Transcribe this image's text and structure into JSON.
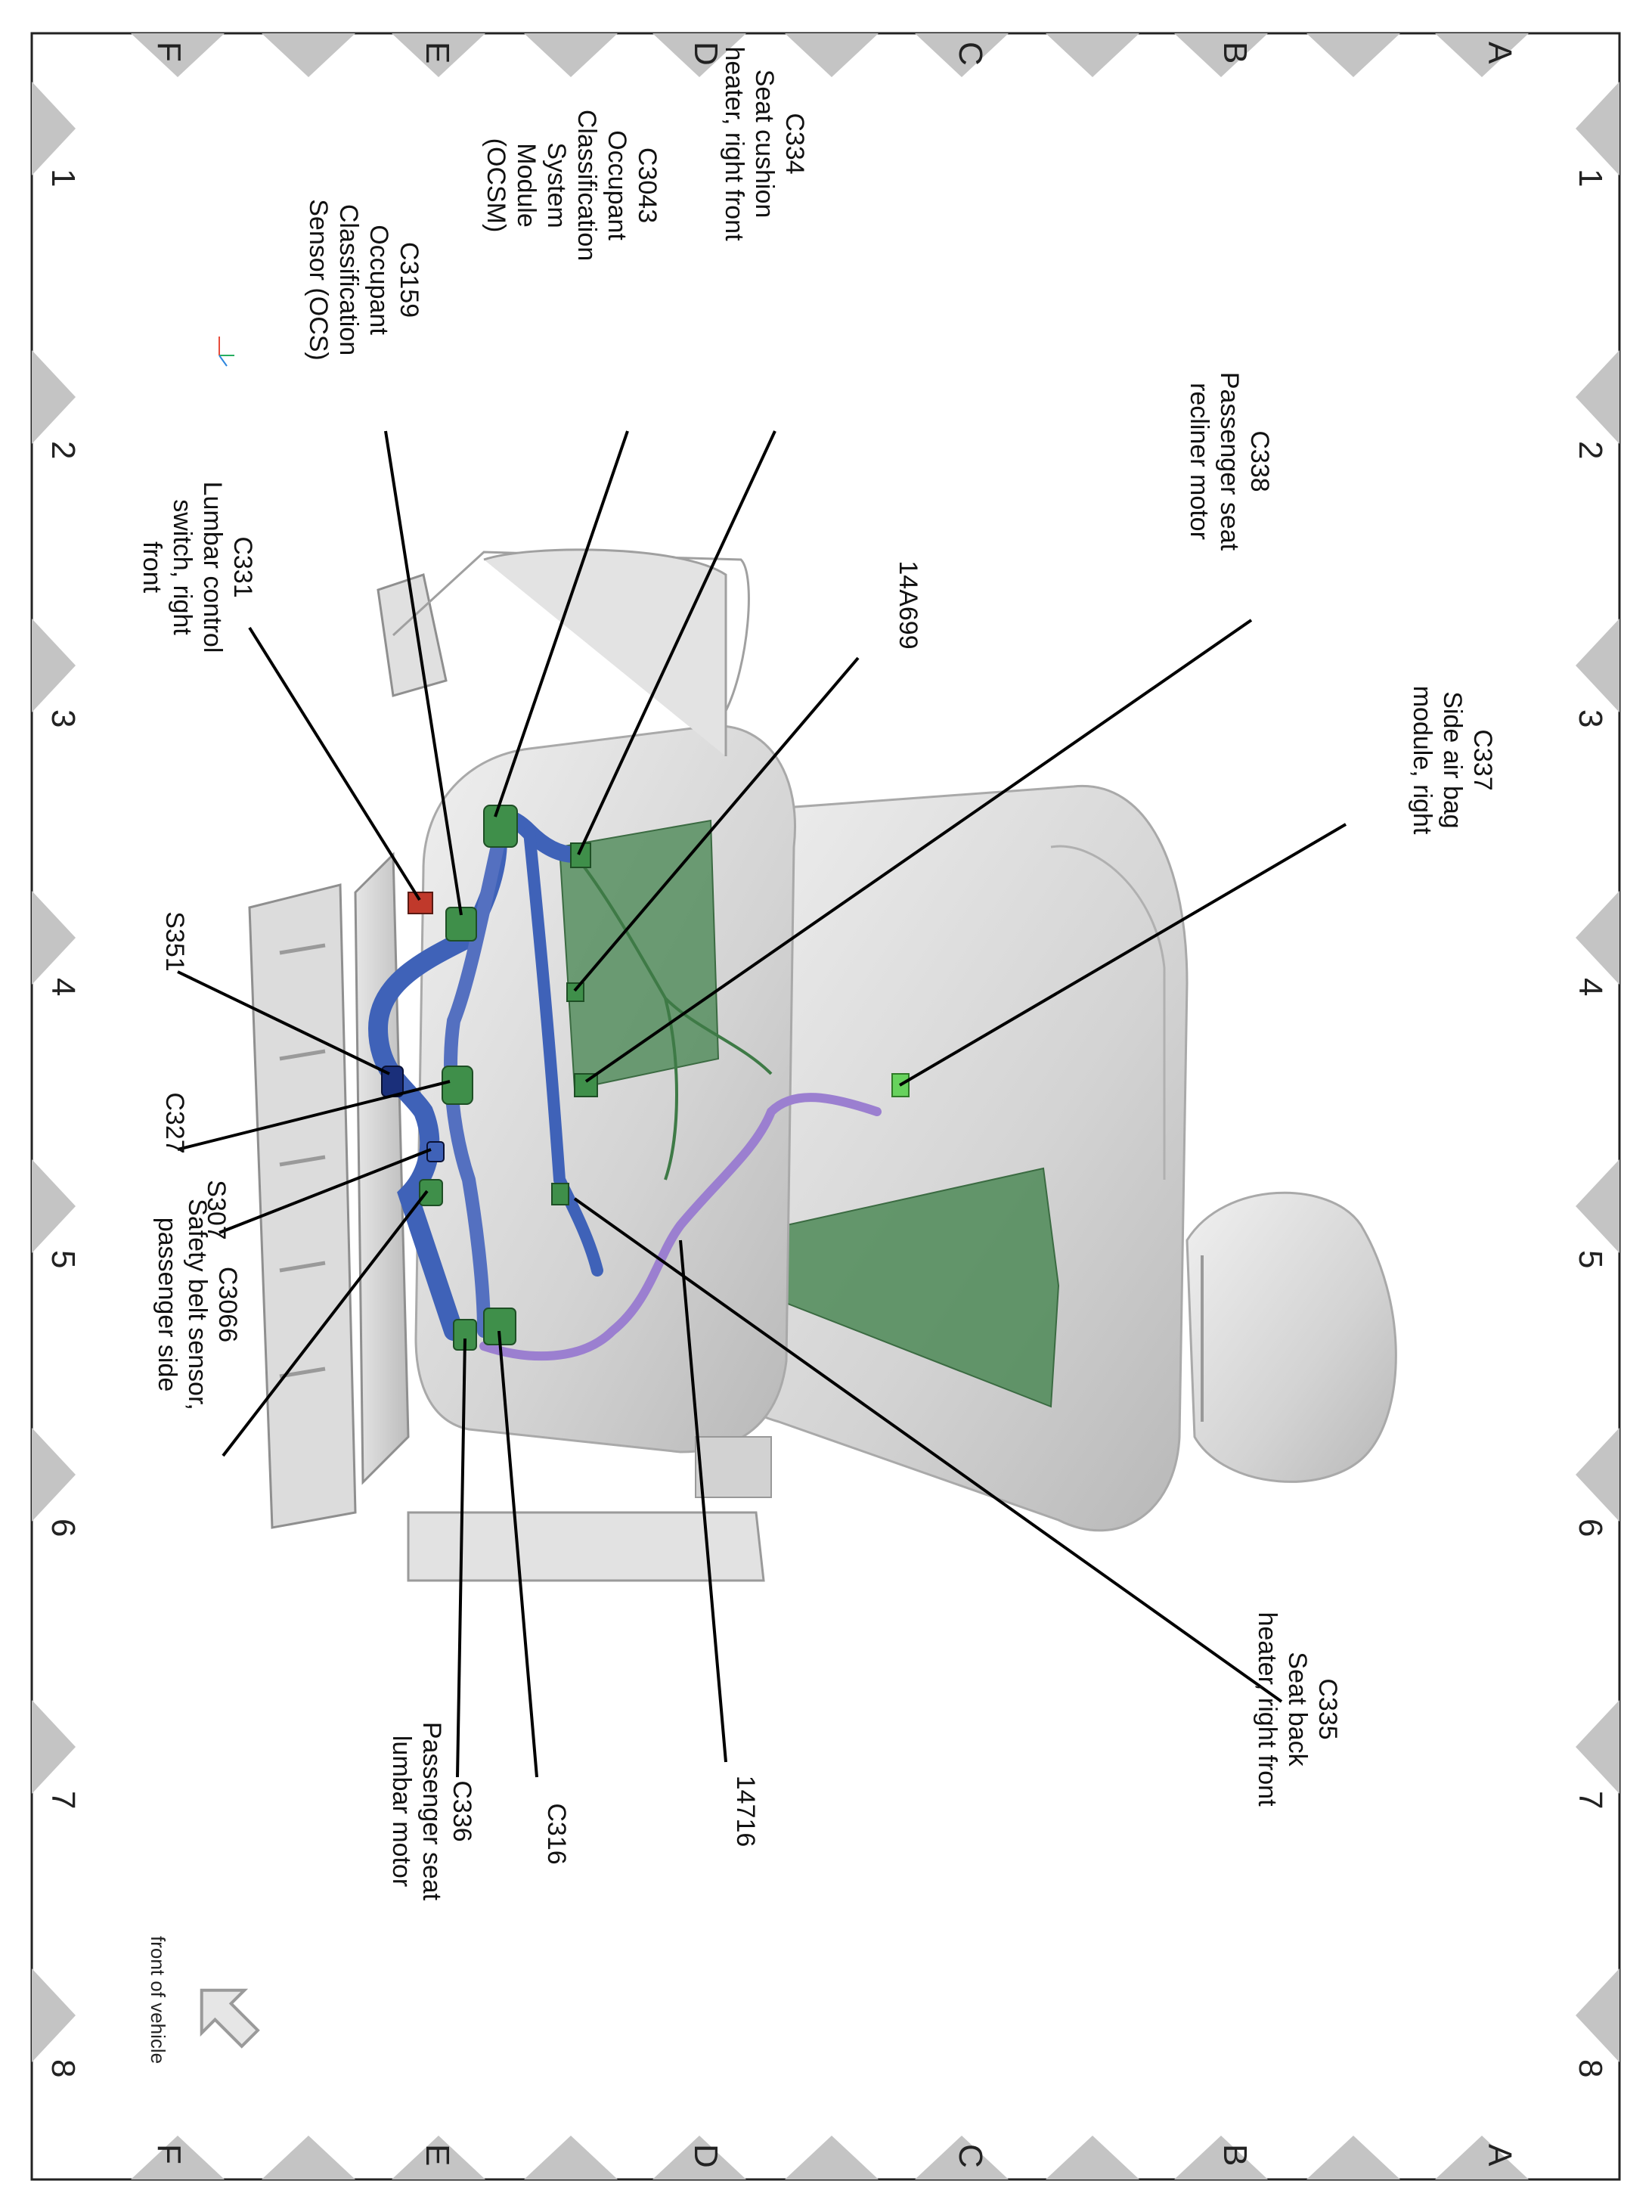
{
  "grid": {
    "columns": [
      "1",
      "2",
      "3",
      "4",
      "5",
      "6",
      "7",
      "8"
    ],
    "rows": [
      "A",
      "B",
      "C",
      "D",
      "E",
      "F"
    ]
  },
  "orientation": {
    "label": "front of vehicle",
    "arrow_icon": "direction-arrow-icon"
  },
  "callouts": [
    {
      "id": "C338",
      "lines": [
        "C338",
        "Passenger seat",
        "recliner motor"
      ]
    },
    {
      "id": "C334",
      "lines": [
        "C334",
        "Seat cushion",
        "heater, right front"
      ]
    },
    {
      "id": "C3043",
      "lines": [
        "C3043",
        "Occupant",
        "Classification",
        "System",
        "Module",
        "(OCSM)"
      ]
    },
    {
      "id": "C3159",
      "lines": [
        "C3159",
        "Occupant",
        "Classification",
        "Sensor (OCS)"
      ]
    },
    {
      "id": "C331",
      "lines": [
        "C331",
        "Lumbar control",
        "switch, right",
        "front"
      ]
    },
    {
      "id": "14A699",
      "lines": [
        "14A699"
      ]
    },
    {
      "id": "C337",
      "lines": [
        "C337",
        "Side air bag",
        "module, right"
      ]
    },
    {
      "id": "S351",
      "lines": [
        "S351"
      ]
    },
    {
      "id": "C327",
      "lines": [
        "C327"
      ]
    },
    {
      "id": "S307",
      "lines": [
        "S307"
      ]
    },
    {
      "id": "C3066",
      "lines": [
        "C3066",
        "Safety belt sensor,",
        "passenger side"
      ]
    },
    {
      "id": "C336",
      "lines": [
        "C336",
        "Passenger seat",
        "lumbar motor"
      ]
    },
    {
      "id": "C316",
      "lines": [
        "C316"
      ]
    },
    {
      "id": "14716",
      "lines": [
        "14716"
      ]
    },
    {
      "id": "C335",
      "lines": [
        "C335",
        "Seat back",
        "heater, right front"
      ]
    }
  ],
  "colors": {
    "harness_blue": "#3f62b8",
    "harness_purple": "#9b7fd0",
    "connector_green": "#3f8f4a",
    "heater_mat_green": "#4e8a57",
    "seat_gray": "#d6d6d6",
    "grid_marker_gray": "#c4c4c4"
  }
}
